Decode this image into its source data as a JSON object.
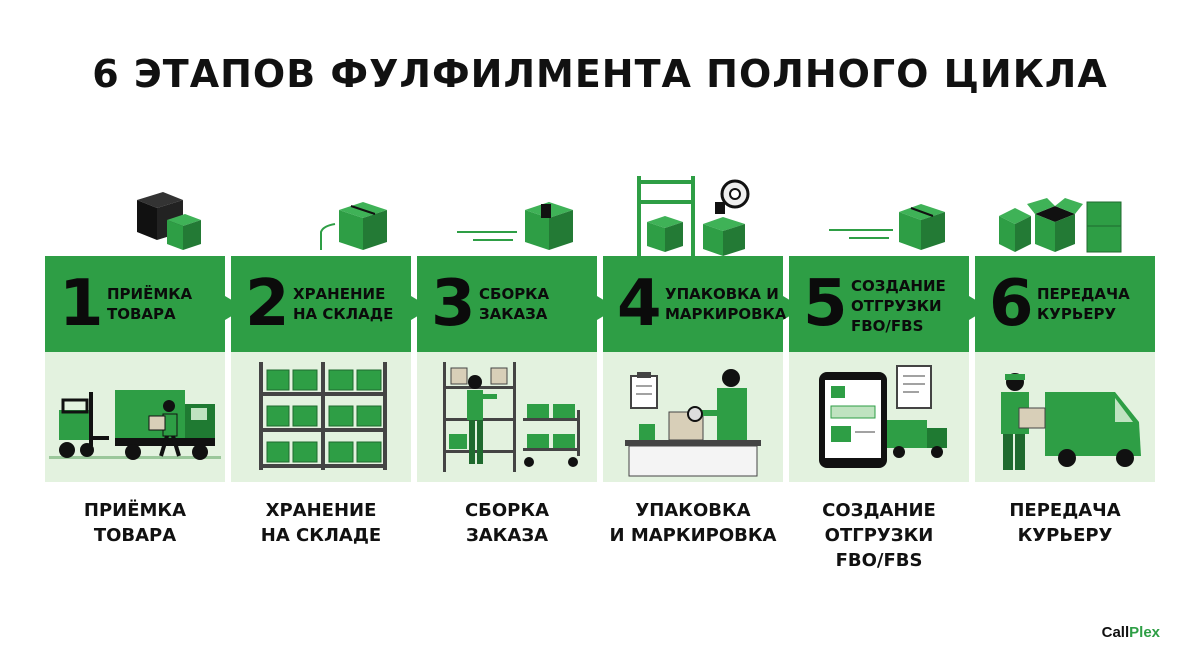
{
  "title": "6 ЭТАПОВ ФУЛФИЛМЕНТА ПОЛНОГО ЦИКЛА",
  "colors": {
    "accent": "#2e9e45",
    "light": "#e3f2df",
    "dark": "#111111"
  },
  "steps": [
    {
      "number": "1",
      "label_lines": [
        "ПРИЁМКА",
        "ТОВАРА"
      ],
      "caption_lines": [
        "ПРИЁМКА",
        "ТОВАРА"
      ],
      "top_icon": "boxes-icon",
      "scene_icon": "forklift-truck-icon"
    },
    {
      "number": "2",
      "label_lines": [
        "ХРАНЕНИЕ",
        "НА СКЛАДЕ"
      ],
      "caption_lines": [
        "ХРАНЕНИЕ",
        "НА СКЛАДЕ"
      ],
      "top_icon": "box-icon",
      "scene_icon": "warehouse-shelves-icon"
    },
    {
      "number": "3",
      "label_lines": [
        "СБОРКА",
        "ЗАКАЗА"
      ],
      "caption_lines": [
        "СБОРКА",
        "ЗАКАЗА"
      ],
      "top_icon": "box-icon",
      "scene_icon": "picker-cart-icon"
    },
    {
      "number": "4",
      "label_lines": [
        "УПАКОВКА И",
        "МАРКИРОВКА"
      ],
      "caption_lines": [
        "УПАКОВКА",
        "И МАРКИРОВКА"
      ],
      "top_icon": "shelf-tape-icon",
      "scene_icon": "packing-desk-icon"
    },
    {
      "number": "5",
      "label_lines": [
        "СОЗДАНИЕ",
        "ОТГРУЗКИ",
        "FBO/FBS"
      ],
      "caption_lines": [
        "СОЗДАНИЕ",
        "ОТГРУЗКИ",
        "FBO/FBS"
      ],
      "top_icon": "box-icon",
      "scene_icon": "tablet-documents-truck-icon"
    },
    {
      "number": "6",
      "label_lines": [
        "ПЕРЕДАЧА",
        "КУРЬЕРУ"
      ],
      "caption_lines": [
        "ПЕРЕДАЧА",
        "КУРЬЕРУ"
      ],
      "top_icon": "open-boxes-icon",
      "scene_icon": "courier-van-icon"
    }
  ],
  "logo": {
    "part1": "Call",
    "part2": "Plex"
  }
}
